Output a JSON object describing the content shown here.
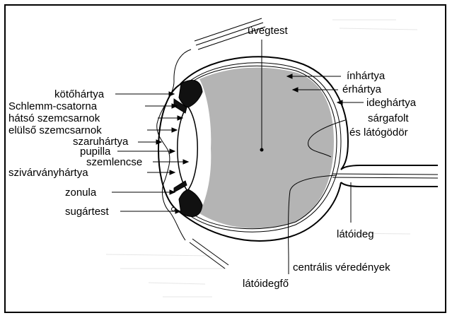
{
  "diagram": {
    "labels": {
      "uvegtest": "üvegtest",
      "inhartya": "ínhártya",
      "erhartya": "érhártya",
      "ideghartya": "ideghártya",
      "sargafolt_1": "sárgafolt",
      "sargafolt_2": "és látógödör",
      "kotohartya": "kötőhártya",
      "schlemm": "Schlemm-csatorna",
      "hatso": "hátsó szemcsarnok",
      "elulso": "elülső szemcsarnok",
      "szaruhartya": "szaruhártya",
      "pupilla": "pupilla",
      "szemlencse": "szemlencse",
      "szivarvany": "szivárványhártya",
      "zonula": "zonula",
      "sugartest": "sugártest",
      "latoideg": "látóideg",
      "centralis": "centrális véredények",
      "latoidegfo": "látóidegfő"
    },
    "colors": {
      "vitreous": "#b4b4b4",
      "line": "#000000",
      "background": "#ffffff",
      "pigment": "#111111"
    }
  }
}
